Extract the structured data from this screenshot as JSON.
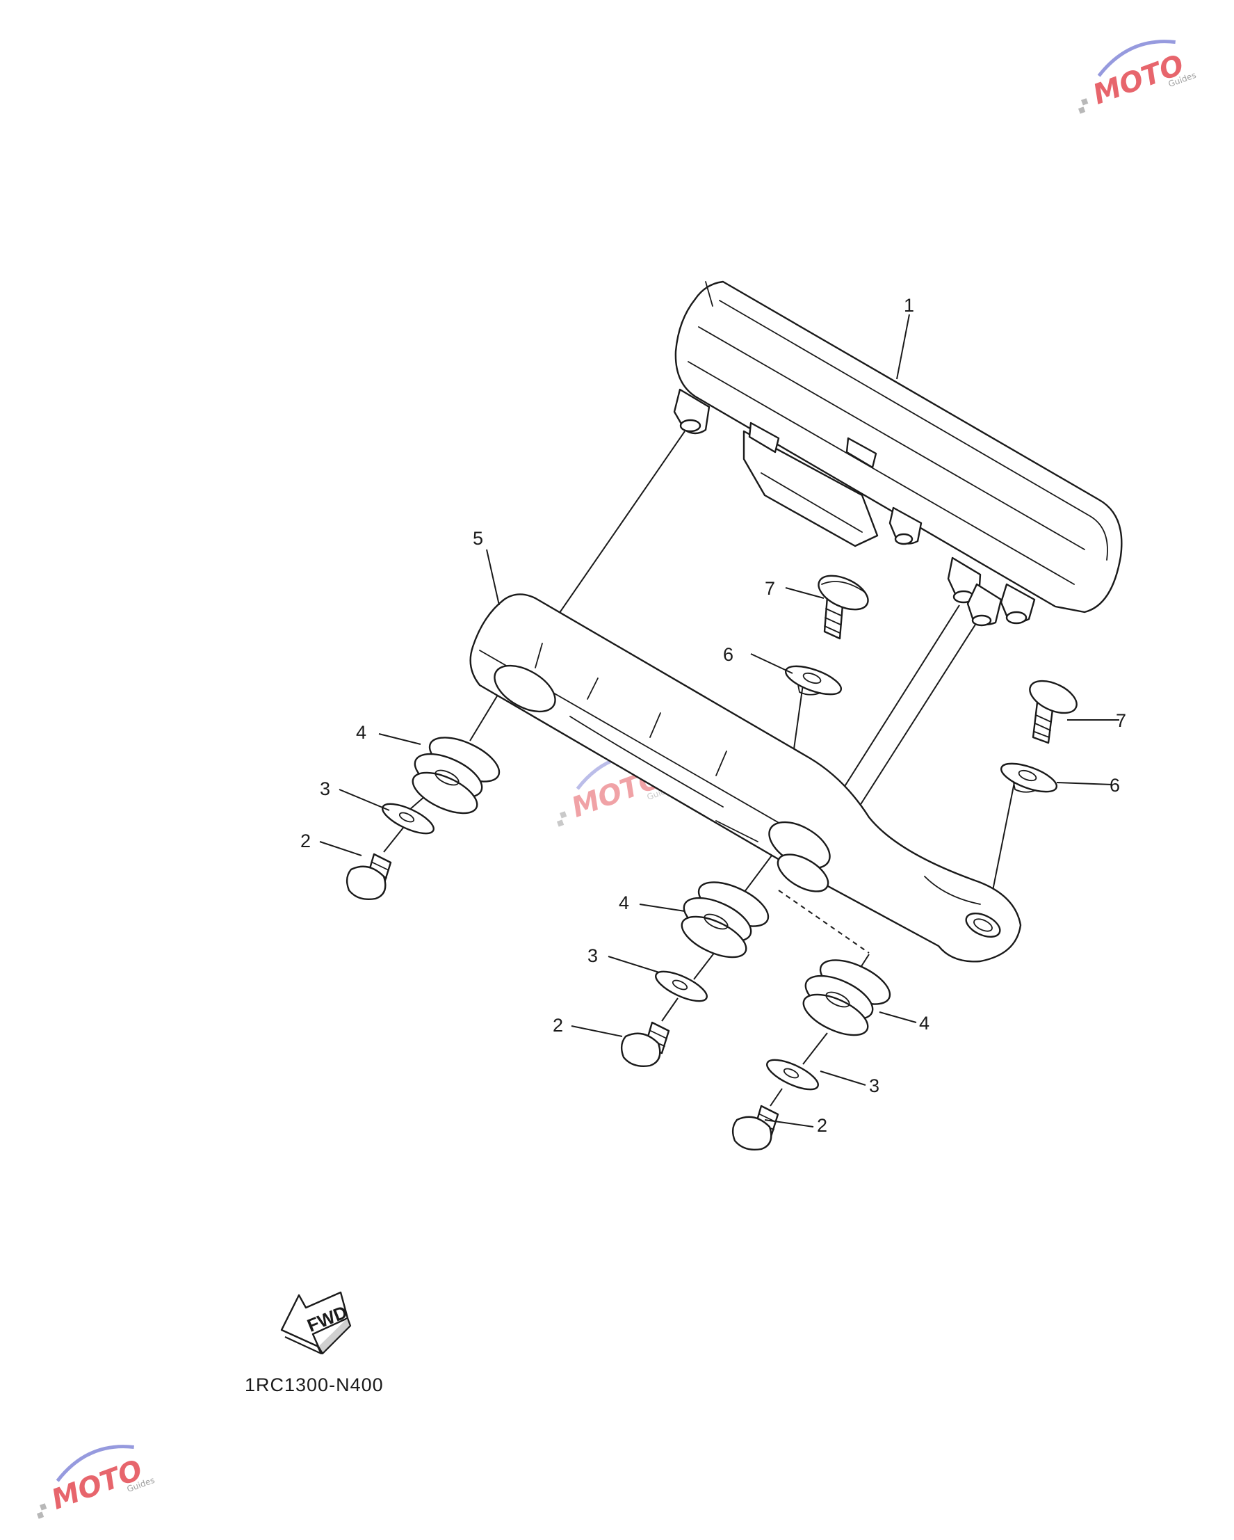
{
  "diagram": {
    "callouts": [
      {
        "id": "c1",
        "label": "1"
      },
      {
        "id": "c5",
        "label": "5"
      },
      {
        "id": "c7a",
        "label": "7"
      },
      {
        "id": "c6a",
        "label": "6"
      },
      {
        "id": "c7b",
        "label": "7"
      },
      {
        "id": "c6b",
        "label": "6"
      },
      {
        "id": "c4a",
        "label": "4"
      },
      {
        "id": "c3a",
        "label": "3"
      },
      {
        "id": "c2a",
        "label": "2"
      },
      {
        "id": "c4b",
        "label": "4"
      },
      {
        "id": "c3b",
        "label": "3"
      },
      {
        "id": "c2b",
        "label": "2"
      },
      {
        "id": "c4c",
        "label": "4"
      },
      {
        "id": "c3c",
        "label": "3"
      },
      {
        "id": "c2c",
        "label": "2"
      }
    ],
    "fwd_label": "FWD",
    "diagram_code": "1RC1300-N400"
  },
  "watermark": {
    "brand": "MOTO",
    "sub": "Guides",
    "colors": {
      "primary": "#e0323c",
      "secondary": "#6a6fd0",
      "gray": "#888888"
    }
  }
}
